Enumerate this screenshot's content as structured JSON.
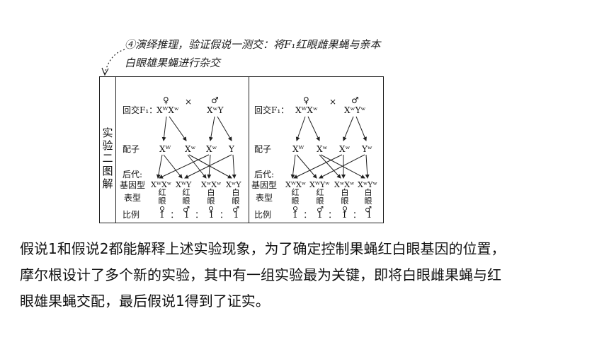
{
  "note": {
    "line1": "④演绎推理，验证假说一测交：将F₁红眼雌果蝇与亲本",
    "line2": "白眼雄果蝇进行杂交"
  },
  "figure": {
    "side_label": [
      "实",
      "验",
      "二",
      "图",
      "解"
    ],
    "left": {
      "cross_label": "回交F₁：",
      "female_symbol": "♀",
      "male_symbol": "♂",
      "times": "×",
      "parent1": "XᵂXʷ",
      "parent2": "XʷY",
      "gamete_label": "配子",
      "gametes": [
        "Xᵂ",
        "Xʷ",
        "Xʷ",
        "Y"
      ],
      "offspring_label": "后代:",
      "genotype_label": "基因型",
      "genotypes": [
        "XᵂXʷ",
        "XᵂY",
        "XʷXʷ",
        "XʷY"
      ],
      "phenotype_label": "表型",
      "phenotypes": [
        "红眼♀",
        "红眼♂",
        "白眼♀",
        "白眼♂"
      ],
      "ratio_label": "比例",
      "ratio": "1  ：  1  ：  1  ：  1"
    },
    "right": {
      "cross_label": "回交F₁：",
      "female_symbol": "♀",
      "male_symbol": "♂",
      "times": "×",
      "parent1": "XᵂXʷ",
      "parent2": "XʷYʷ",
      "gamete_label": "配子",
      "gametes": [
        "Xᵂ",
        "Xʷ",
        "Xʷ",
        "Yʷ"
      ],
      "offspring_label": "后代:",
      "genotype_label": "基因型",
      "genotypes": [
        "XᵂXʷ",
        "XᵂYʷ",
        "XʷXʷ",
        "XʷYʷ"
      ],
      "phenotype_label": "表型",
      "phenotypes": [
        "红眼♀",
        "红眼♂",
        "白眼♀",
        "白眼♂"
      ],
      "ratio_label": "比例",
      "ratio": "1  ：  1  ：  1  ：  1"
    }
  },
  "paragraph": {
    "line1": "假说1和假说2都能解释上述实验现象，为了确定控制果蝇红白眼基因的位置，",
    "line2": "摩尔根设计了多个新的实验，其中有一组实验最为关键，即将白眼雌果蝇与红",
    "line3": "眼雄果蝇交配，最后假说1得到了证实。"
  }
}
